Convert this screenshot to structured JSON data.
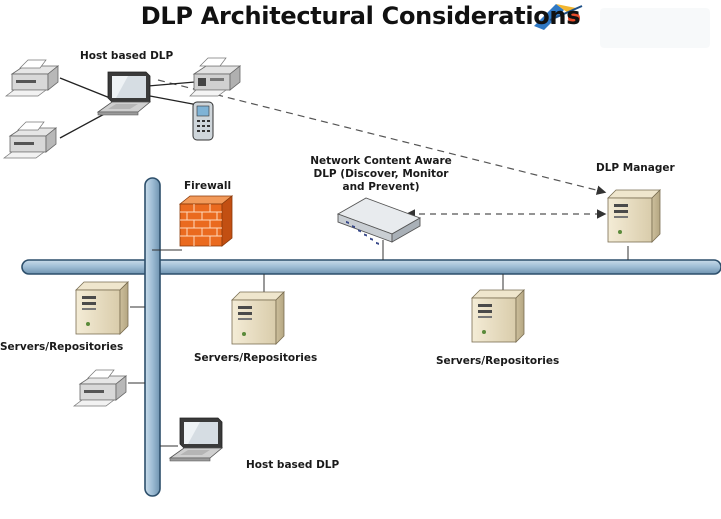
{
  "title": "DLP Architectural Considerations",
  "labels": {
    "host_dlp_top": "Host based DLP",
    "firewall": "Firewall",
    "network_dlp_line1": "Network Content Aware",
    "network_dlp_line2": "DLP (Discover, Monitor",
    "network_dlp_line3": "and Prevent)",
    "dlp_manager": "DLP Manager",
    "servers_left": "Servers/Repositories",
    "servers_middle": "Servers/Repositories",
    "servers_right": "Servers/Repositories",
    "host_dlp_bottom": "Host based DLP"
  },
  "colors": {
    "backbone_fill": "#a9c6dc",
    "backbone_stroke": "#2d4f6b",
    "firewall": "#ea6a1f",
    "dashed_line": "#555555"
  },
  "icons": {
    "printer": "printer-icon",
    "laptop": "laptop-icon",
    "fax": "fax-icon",
    "phone": "phone-icon",
    "firewall": "firewall-icon",
    "network_appliance": "network-appliance-icon",
    "server": "server-icon"
  }
}
